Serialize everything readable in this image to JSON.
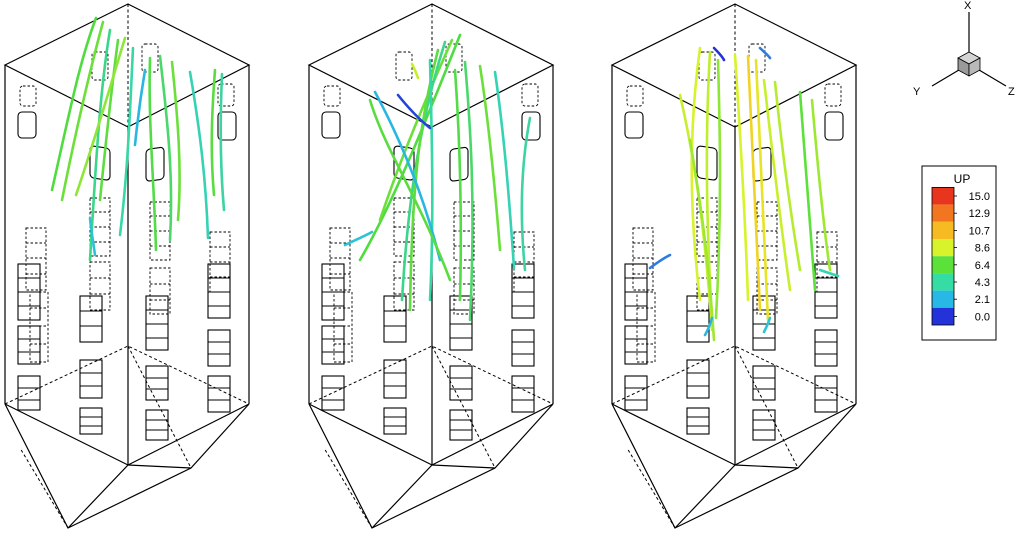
{
  "axes": {
    "x": "X",
    "y": "Y",
    "z": "Z"
  },
  "legend": {
    "title": "UP",
    "ticks": [
      "15.0",
      "12.9",
      "10.7",
      "8.6",
      "6.4",
      "4.3",
      "2.1",
      "0.0"
    ],
    "colors": [
      "#e8351e",
      "#f1761f",
      "#f6bb22",
      "#d8f22c",
      "#5be13a",
      "#35dca4",
      "#27b8e6",
      "#2332d9"
    ]
  },
  "panels_count": 3
}
